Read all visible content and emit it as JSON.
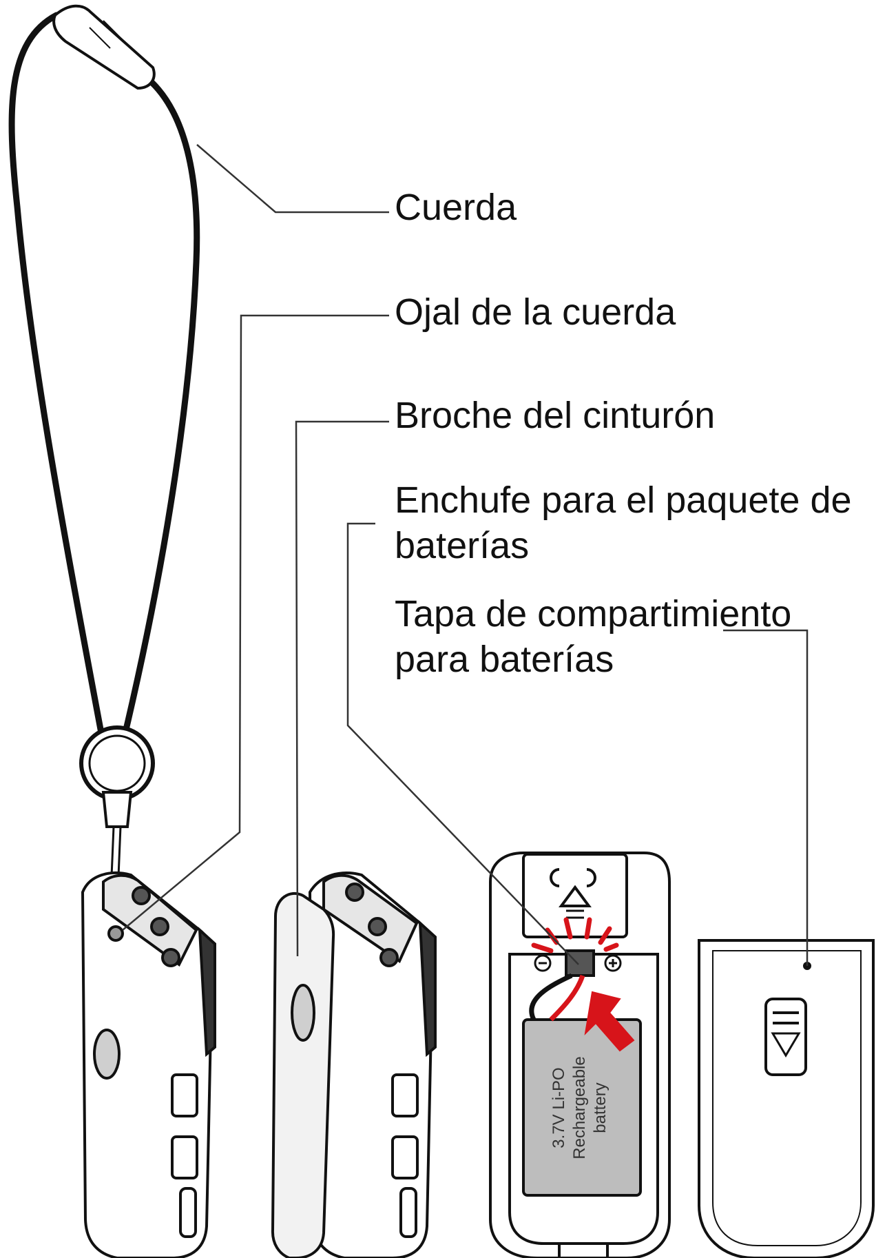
{
  "labels": {
    "cuerda": "Cuerda",
    "ojal": "Ojal de la cuerda",
    "broche": "Broche del cinturón",
    "enchufe_line1": "Enchufe para el paquete de",
    "enchufe_line2": "baterías",
    "tapa_line1": "Tapa de compartimiento",
    "tapa_line2": "para baterías"
  },
  "battery": {
    "line1": "3.7V Li-PO",
    "line2": "Rechargeable",
    "line3": "battery"
  },
  "colors": {
    "ink": "#111111",
    "accent_red": "#d7141a",
    "battery_fill": "#bdbdbd"
  }
}
